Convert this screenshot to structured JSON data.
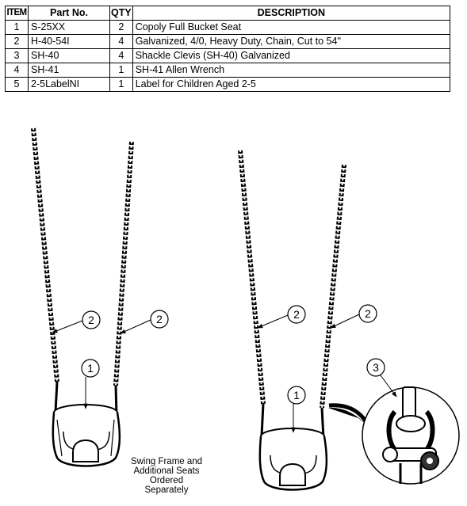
{
  "table": {
    "headers": {
      "item": "ITEM",
      "part": "Part No.",
      "qty": "QTY",
      "description": "DESCRIPTION"
    },
    "rows": [
      {
        "item": "1",
        "part": "S-25XX",
        "qty": "2",
        "description": "Copoly Full Bucket Seat"
      },
      {
        "item": "2",
        "part": "H-40-54I",
        "qty": "4",
        "description": "Galvanized, 4/0, Heavy Duty, Chain, Cut to 54\""
      },
      {
        "item": "3",
        "part": "SH-40",
        "qty": "4",
        "description": "Shackle Clevis (SH-40) Galvanized"
      },
      {
        "item": "4",
        "part": "SH-41",
        "qty": "1",
        "description": "SH-41 Allen Wrench"
      },
      {
        "item": "5",
        "part": "2-5LabelNI",
        "qty": "1",
        "description": "Label for Children Aged 2-5"
      }
    ]
  },
  "callouts": {
    "left_seat": "1",
    "left_chain_a": "2",
    "left_chain_b": "2",
    "right_seat": "1",
    "right_chain_a": "2",
    "right_chain_b": "2",
    "detail_shackle": "3"
  },
  "note": {
    "line1": "Swing Frame and",
    "line2": "Additional Seats",
    "line3": "Ordered",
    "line4": "Separately"
  }
}
